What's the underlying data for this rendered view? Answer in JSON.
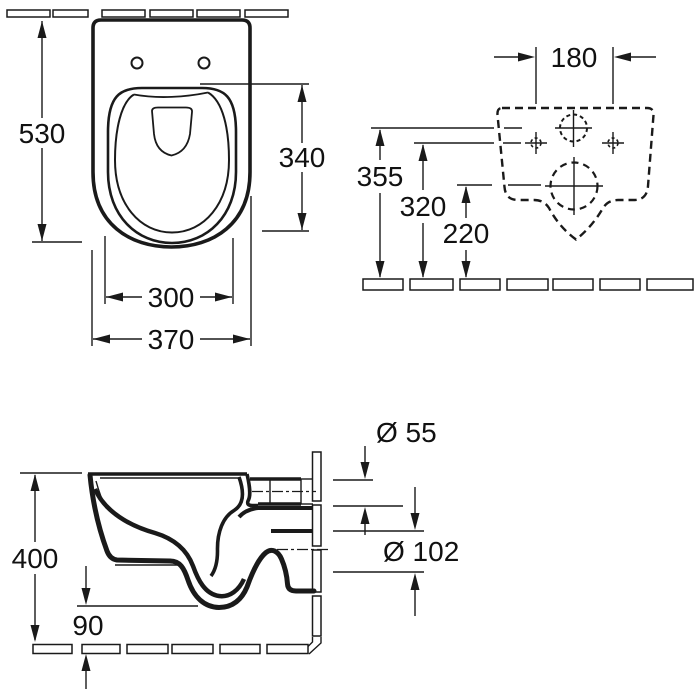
{
  "drawing": {
    "kind": "wall-hung-wc-technical-drawing",
    "colors": {
      "line": "#1a1a1a",
      "background": "#ffffff"
    },
    "views": {
      "top": {
        "depth": "530",
        "bowl_length": "340",
        "seat_inner_width": "300",
        "width": "370"
      },
      "rear": {
        "fixing_hole_spacing": "180",
        "inlet_height": "355",
        "fixing_hole_height": "320",
        "outlet_height": "220"
      },
      "side": {
        "height": "400",
        "underside_clearance": "90",
        "inlet_diameter": "Ø 55",
        "outlet_diameter": "Ø 102"
      }
    }
  }
}
